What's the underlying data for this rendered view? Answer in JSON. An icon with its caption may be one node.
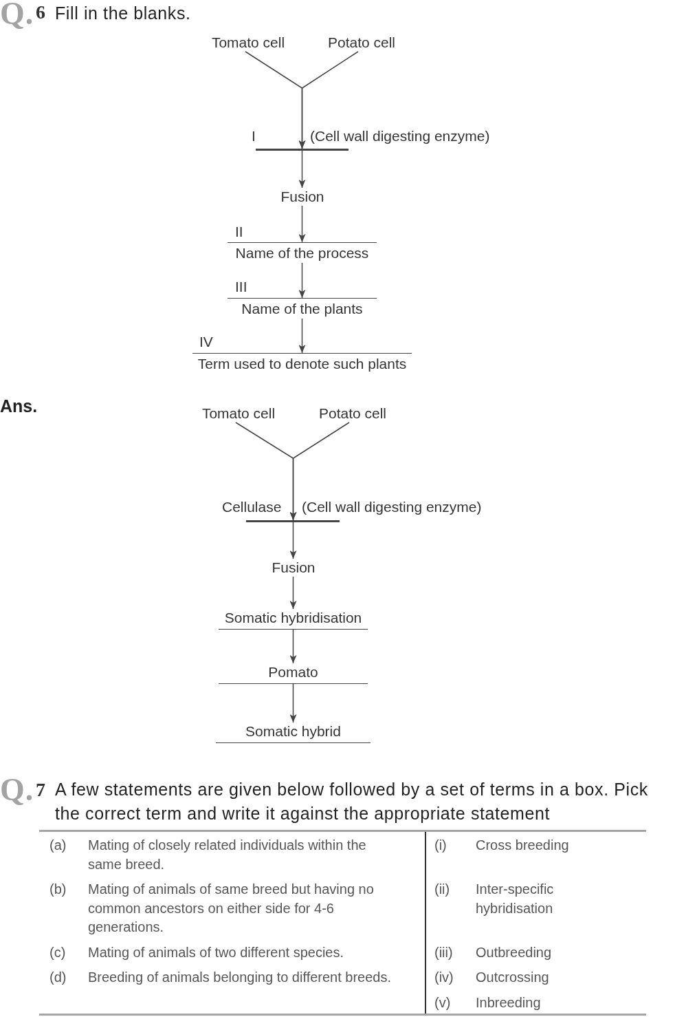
{
  "diagram": {
    "nodes": [
      {
        "text": [
          "Tomato cell"
        ]
      },
      {
        "text": [
          "Potato cell"
        ]
      },
      {
        "text": [],
        "shape": "bar",
        "beside": [
          "I",
          "(Cell wall digesting enzyme)"
        ]
      },
      {
        "text": [
          "Fusion"
        ]
      },
      {
        "text": [
          "Name of the process"
        ],
        "beside": [
          "II"
        ]
      },
      {
        "text": [
          "Name of the plants"
        ],
        "beside": [
          "III"
        ]
      },
      {
        "text": [
          "Term used to denote such plants"
        ],
        "beside": [
          "IV"
        ]
      },
      {
        "text": [
          "Tomato cell"
        ]
      },
      {
        "text": [
          "Potato cell"
        ]
      },
      {
        "text": [],
        "shape": "bar",
        "beside": [
          "Cellulase",
          "(Cell wall digesting enzyme)"
        ]
      },
      {
        "text": [
          "Fusion"
        ]
      },
      {
        "text": [
          "Somatic hybridisation"
        ]
      },
      {
        "text": [
          "Pomato"
        ]
      },
      {
        "text": [
          "Somatic hybrid"
        ]
      }
    ],
    "edges": [
      {
        "from": 0,
        "to": 2,
        "arrow": "to"
      },
      {
        "from": 1,
        "to": 2,
        "arrow": "to"
      },
      {
        "from": 2,
        "to": 3,
        "arrow": "to"
      },
      {
        "from": 3,
        "to": 4,
        "arrow": "to"
      },
      {
        "from": 4,
        "to": 5,
        "arrow": "to"
      },
      {
        "from": 5,
        "to": 6,
        "arrow": "to"
      },
      {
        "from": 7,
        "to": 9,
        "arrow": "to"
      },
      {
        "from": 8,
        "to": 9,
        "arrow": "to"
      },
      {
        "from": 9,
        "to": 10,
        "arrow": "to"
      },
      {
        "from": 10,
        "to": 11,
        "arrow": "to"
      },
      {
        "from": 11,
        "to": 12,
        "arrow": "to"
      },
      {
        "from": 12,
        "to": 13,
        "arrow": "to"
      }
    ],
    "labels": [
      "Q.",
      "6",
      "Fill in the blanks.",
      "Ans.",
      "Q.",
      "7",
      "A few statements are given below followed by a set of terms in a box. Pick the correct term and write it against the appropriate statement",
      "(a)",
      "Mating of closely related individuals within the same breed.",
      "(i)",
      "Cross breeding",
      "(b)",
      "Mating of animals of same breed but having no common ancestors on either side for 4-6 generations.",
      "(ii)",
      "Inter-specific hybridisation",
      "(c)",
      "Mating of animals of two different species.",
      "(iii)",
      "Outbreeding",
      "(d)",
      "Breeding of animals belonging to different breeds.",
      "(iv)",
      "Outcrossing",
      "(v)",
      "Inbreeding"
    ]
  }
}
